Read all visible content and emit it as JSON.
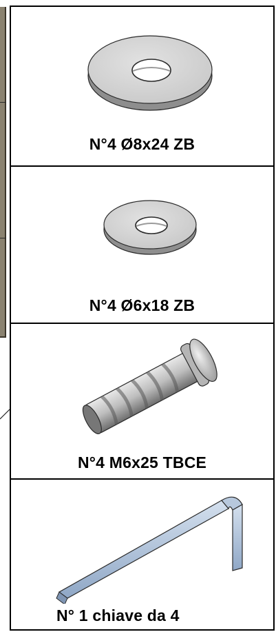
{
  "parts": [
    {
      "id": "washer-large",
      "label": "N°4 Ø8x24 ZB"
    },
    {
      "id": "washer-small",
      "label": "N°4 Ø6x18 ZB"
    },
    {
      "id": "screw",
      "label": "N°4 M6x25 TBCE"
    },
    {
      "id": "hex-key",
      "label": "N° 1 chiave da 4"
    }
  ],
  "colors": {
    "metal_light": "#d6d6d6",
    "metal_dark": "#8c8c8c",
    "hex_key_blue": "#a9bdd6",
    "border": "#000000"
  }
}
